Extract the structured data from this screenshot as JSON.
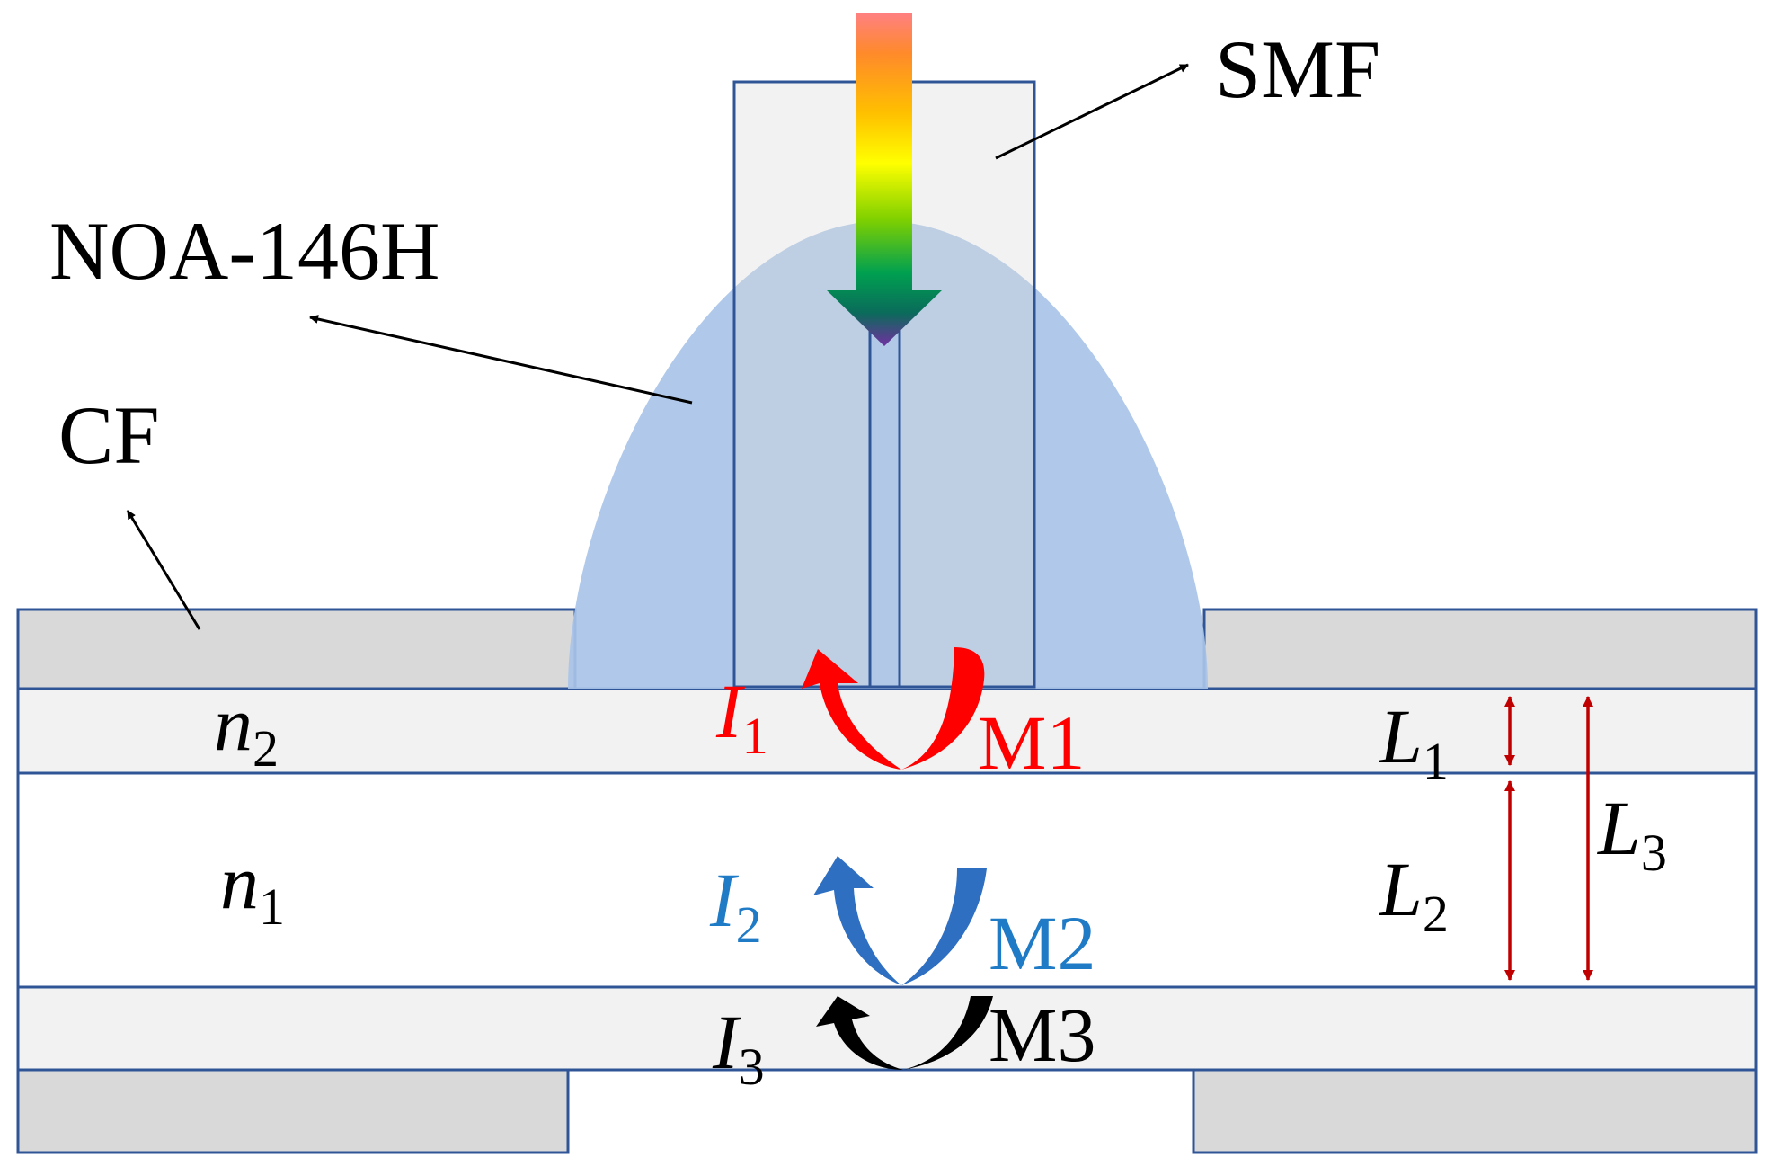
{
  "labels": {
    "smf": "SMF",
    "noa": "NOA-146H",
    "cf": "CF"
  },
  "layers": {
    "n2": {
      "base": "n",
      "sub": "2"
    },
    "n1": {
      "base": "n",
      "sub": "1"
    }
  },
  "modes": {
    "m1": {
      "label": "M1",
      "i_base": "I",
      "i_sub": "1",
      "color": "#ff0000"
    },
    "m2": {
      "label": "M2",
      "i_base": "I",
      "i_sub": "2",
      "color": "#1f7bc6"
    },
    "m3": {
      "label": "M3",
      "i_base": "I",
      "i_sub": "3",
      "color": "#000000"
    }
  },
  "lengths": {
    "l1": {
      "base": "L",
      "sub": "1"
    },
    "l2": {
      "base": "L",
      "sub": "2"
    },
    "l3": {
      "base": "L",
      "sub": "3"
    }
  },
  "colors": {
    "outline": "#2f5597",
    "cladding_gray": "#d9d9d9",
    "core_light": "#f2f2f2",
    "noa_blue": "#a9c4e8",
    "dimension_red": "#c00000"
  }
}
